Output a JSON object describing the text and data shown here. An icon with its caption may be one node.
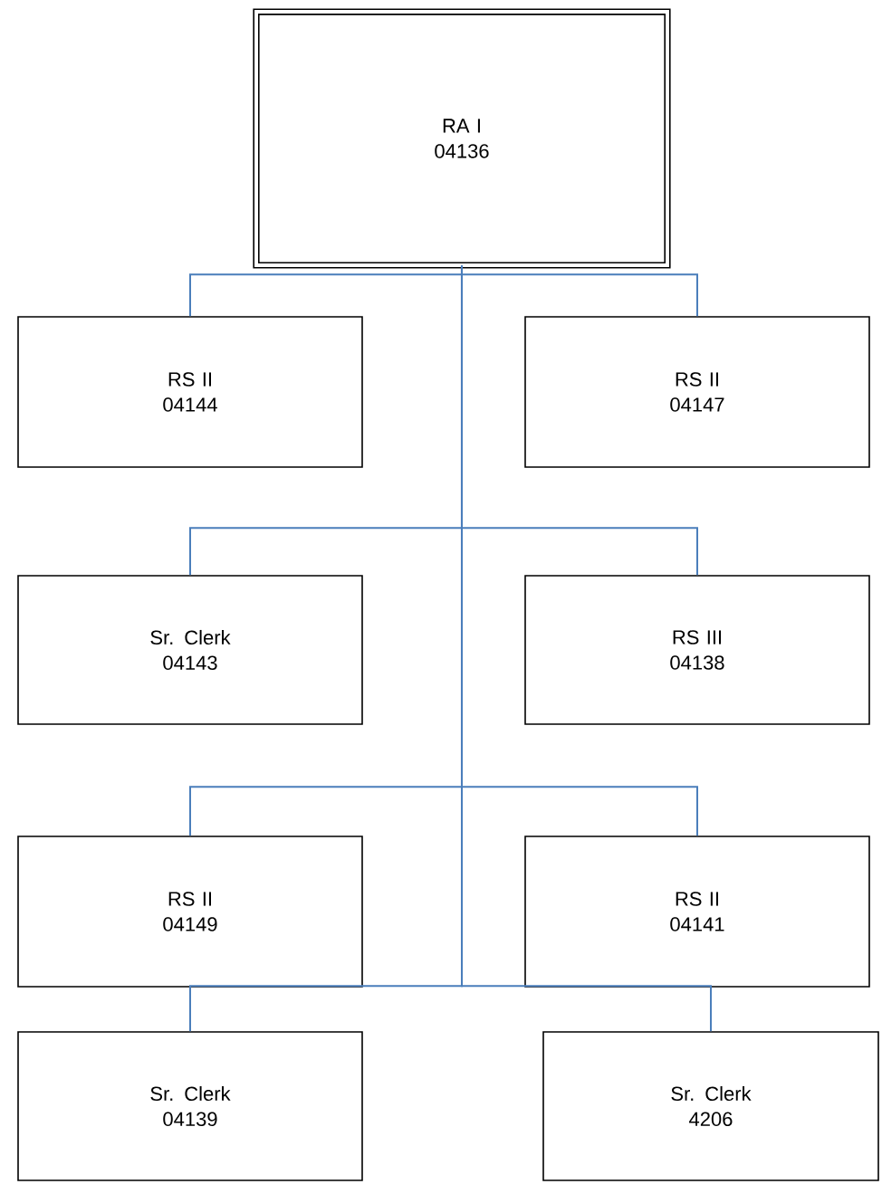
{
  "diagram": {
    "nodes": [
      {
        "text": [
          "RA I",
          "04136"
        ]
      },
      {
        "text": [
          "RS II",
          "04144"
        ]
      },
      {
        "text": [
          "RS II",
          "04147"
        ]
      },
      {
        "text": [
          "Sr. Clerk",
          "04143"
        ]
      },
      {
        "text": [
          "RS III",
          "04138"
        ]
      },
      {
        "text": [
          "RS II",
          "04149"
        ]
      },
      {
        "text": [
          "RS II",
          "04141"
        ]
      },
      {
        "text": [
          "Sr. Clerk",
          "04139"
        ]
      },
      {
        "text": [
          "Sr. Clerk",
          "4206"
        ]
      }
    ],
    "edges": [
      {
        "from": 0,
        "to": 1,
        "arrow": "none"
      },
      {
        "from": 0,
        "to": 2,
        "arrow": "none"
      },
      {
        "from": 0,
        "to": 3,
        "arrow": "none"
      },
      {
        "from": 0,
        "to": 4,
        "arrow": "none"
      },
      {
        "from": 0,
        "to": 5,
        "arrow": "none"
      },
      {
        "from": 0,
        "to": 6,
        "arrow": "none"
      },
      {
        "from": 0,
        "to": 7,
        "arrow": "none"
      },
      {
        "from": 0,
        "to": 8,
        "arrow": "none"
      }
    ]
  }
}
